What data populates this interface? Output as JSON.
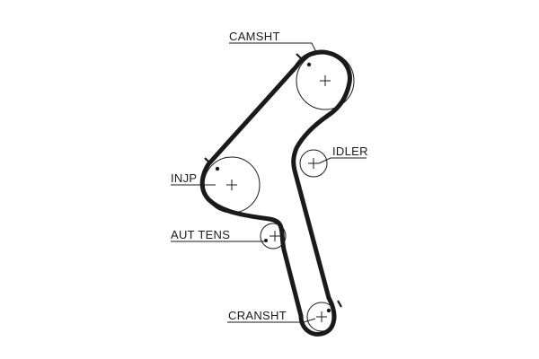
{
  "labels": {
    "camshaft": "CAMSHT",
    "idler": "IDLER",
    "injection_pump": "INJP",
    "auto_tensioner": "AUT TENS",
    "crankshaft": "CRANSHT"
  },
  "colors": {
    "line": "#1a1a1a",
    "background": "#ffffff"
  }
}
